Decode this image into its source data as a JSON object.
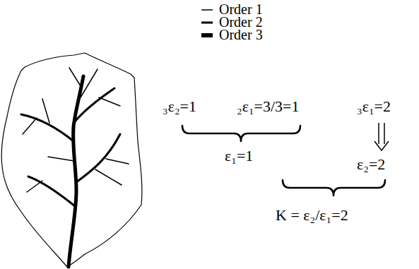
{
  "diagram": {
    "labels": [
      "₃ε₂=1",
      "₂ε₁=3/3=1",
      "₃ε₁=2",
      "ε₁=1",
      "ε₂=2",
      "K = ε₂/ε₁=2"
    ],
    "legend": [
      {
        "text": "Order 1"
      },
      {
        "text": "Order 2"
      },
      {
        "text": "Order 3"
      }
    ]
  }
}
